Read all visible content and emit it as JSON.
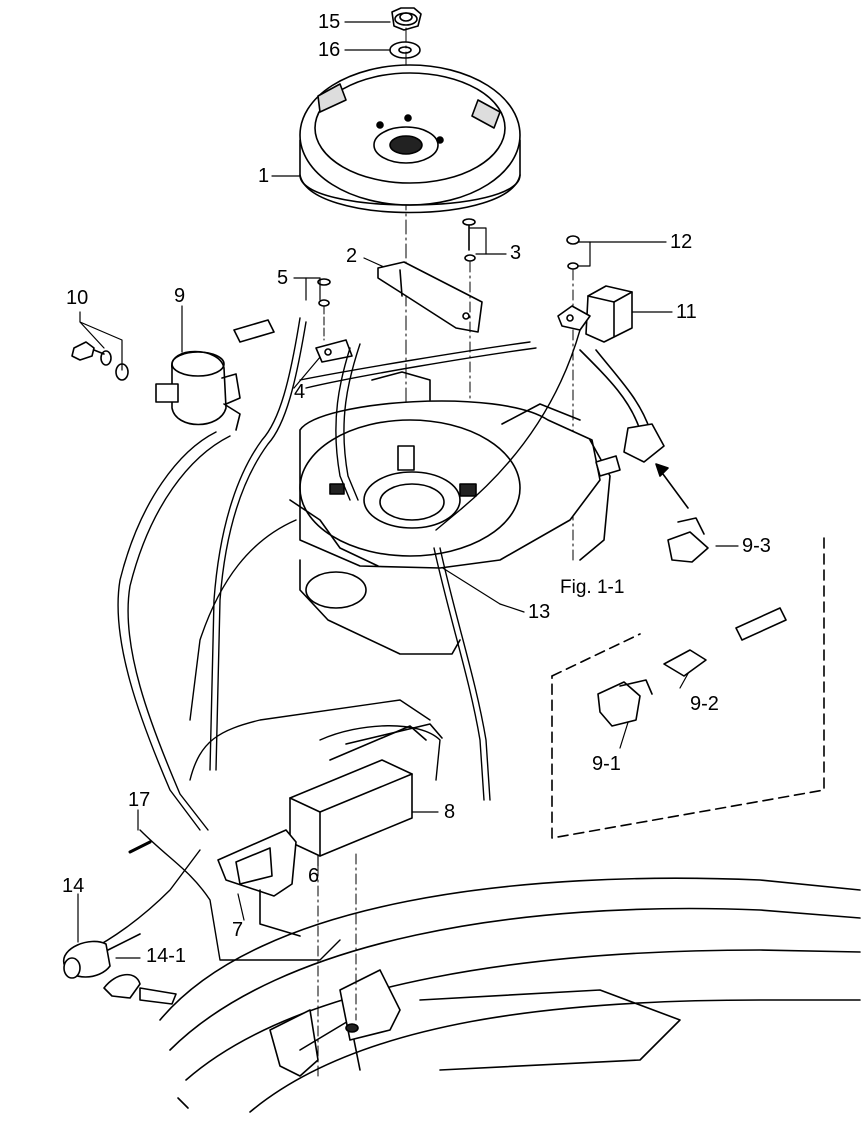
{
  "diagram": {
    "labels": {
      "p15": "15",
      "p16": "16",
      "p1": "1",
      "p2": "2",
      "p3": "3",
      "p12": "12",
      "p5": "5",
      "p10": "10",
      "p9": "9",
      "p11": "11",
      "p4": "4",
      "p9_3": "9-3",
      "fig": "Fig. 1-1",
      "p13": "13",
      "p9_2": "9-2",
      "p9_1": "9-1",
      "p8": "8",
      "p17": "17",
      "p6": "6",
      "p7": "7",
      "p14": "14",
      "p14_1": "14-1"
    }
  }
}
